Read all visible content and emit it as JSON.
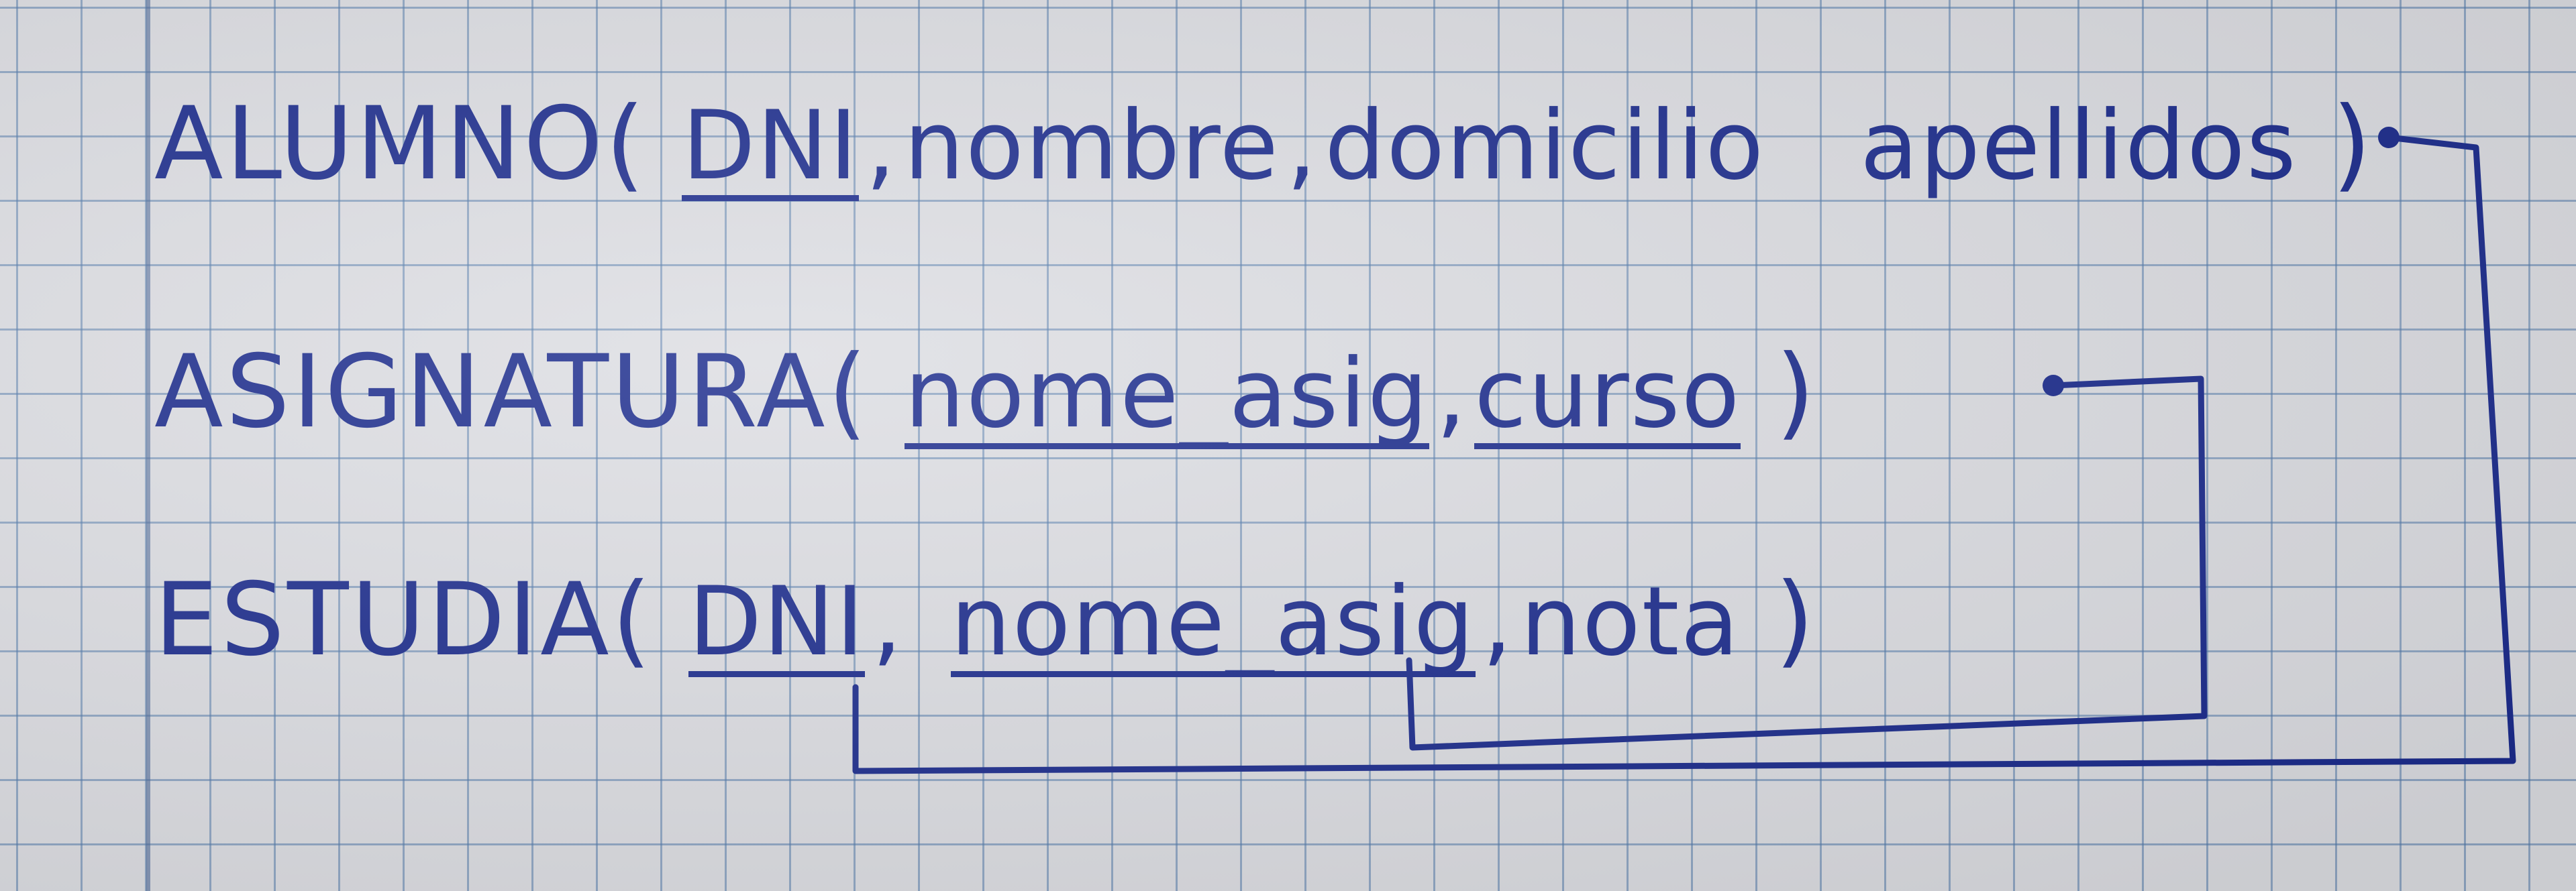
{
  "relations": [
    {
      "name": "ALUMNO",
      "open": "(",
      "close": ")",
      "attributes": [
        {
          "text": "DNI",
          "primary_key": true
        },
        {
          "text": "nombre",
          "primary_key": false
        },
        {
          "text": "domicilio",
          "primary_key": false
        },
        {
          "text": "apellidos",
          "primary_key": false
        }
      ]
    },
    {
      "name": "ASIGNATURA",
      "open": "(",
      "close": ")",
      "attributes": [
        {
          "text": "nome_asig",
          "primary_key": true
        },
        {
          "text": "curso",
          "primary_key": true
        }
      ]
    },
    {
      "name": "ESTUDIA",
      "open": "(",
      "close": ")",
      "attributes": [
        {
          "text": "DNI",
          "primary_key": true
        },
        {
          "text": "nome_asig",
          "primary_key": true
        },
        {
          "text": "nota",
          "primary_key": false
        }
      ]
    }
  ],
  "separators": {
    "comma": ","
  },
  "foreign_keys": [
    {
      "from": "ESTUDIA.DNI",
      "to": "ALUMNO"
    },
    {
      "from": "ESTUDIA.nome_asig",
      "to": "ASIGNATURA"
    }
  ],
  "ink_color": "#1a2a8c",
  "grid_color": "#5078aa"
}
